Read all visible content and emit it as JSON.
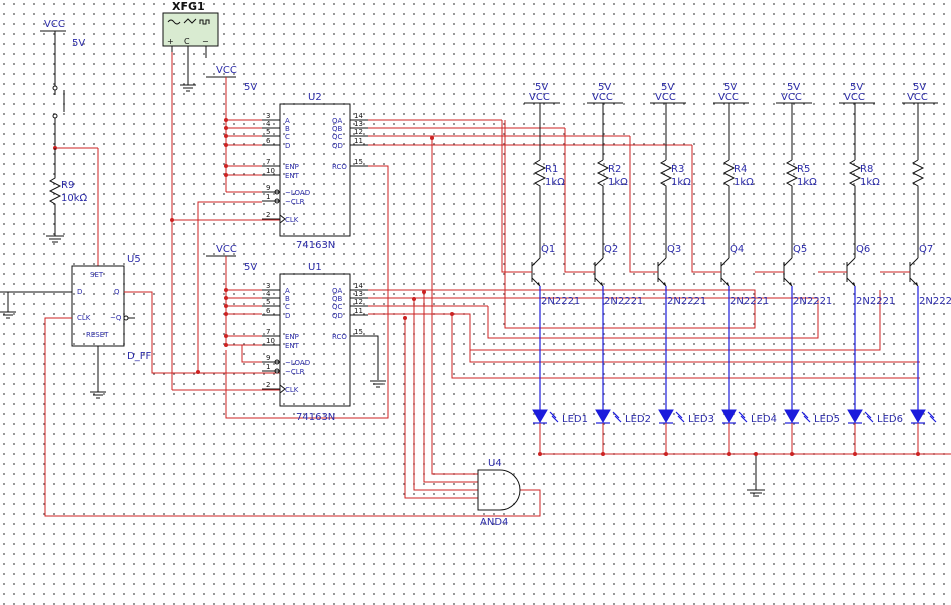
{
  "labels": {
    "vcc": "VCC",
    "v5": "5V",
    "xfg1": "XFG1",
    "u2": "U2",
    "u1": "U1",
    "u4": "U4",
    "u5": "U5",
    "chip_type": "74163N",
    "and_type": "AND4",
    "dff_type": "D_FF",
    "r9": "R9",
    "r9_val": "10kΩ",
    "res_val": "1kΩ",
    "transistor_type": "2N2221",
    "dff_set": "SET",
    "dff_reset": "RESET",
    "dff_d": "D",
    "dff_q": "Q",
    "dff_clk": "CLK",
    "dff_qbar": "~Q"
  },
  "counter_pins": {
    "left_nums": [
      "3",
      "4",
      "5",
      "6",
      "7",
      "10",
      "9",
      "1",
      "2"
    ],
    "left_names": [
      "A",
      "B",
      "C",
      "D",
      "ENP",
      "ENT",
      "~LOAD",
      "~CLR",
      "CLK"
    ],
    "right_nums": [
      "14",
      "13",
      "12",
      "11",
      "15"
    ],
    "right_names": [
      "QA",
      "QB",
      "QC",
      "QD",
      "RCO"
    ]
  },
  "stages": [
    {
      "resistor": "R1",
      "transistor": "Q1",
      "led": "LED1",
      "supply": "5V",
      "vcc": "VCC"
    },
    {
      "resistor": "R2",
      "transistor": "Q2",
      "led": "LED2",
      "supply": "5V",
      "vcc": "VCC"
    },
    {
      "resistor": "R3",
      "transistor": "Q3",
      "led": "LED3",
      "supply": "5V",
      "vcc": "VCC"
    },
    {
      "resistor": "R4",
      "transistor": "Q4",
      "led": "LED4",
      "supply": "5V",
      "vcc": "VCC"
    },
    {
      "resistor": "R5",
      "transistor": "Q5",
      "led": "LED5",
      "supply": "5V",
      "vcc": "VCC"
    },
    {
      "resistor": "R8",
      "transistor": "Q6",
      "led": "LED6",
      "supply": "5V",
      "vcc": "VCC"
    },
    {
      "resistor": "",
      "transistor": "Q7",
      "led": "",
      "supply": "5V",
      "vcc": "VCC"
    }
  ]
}
